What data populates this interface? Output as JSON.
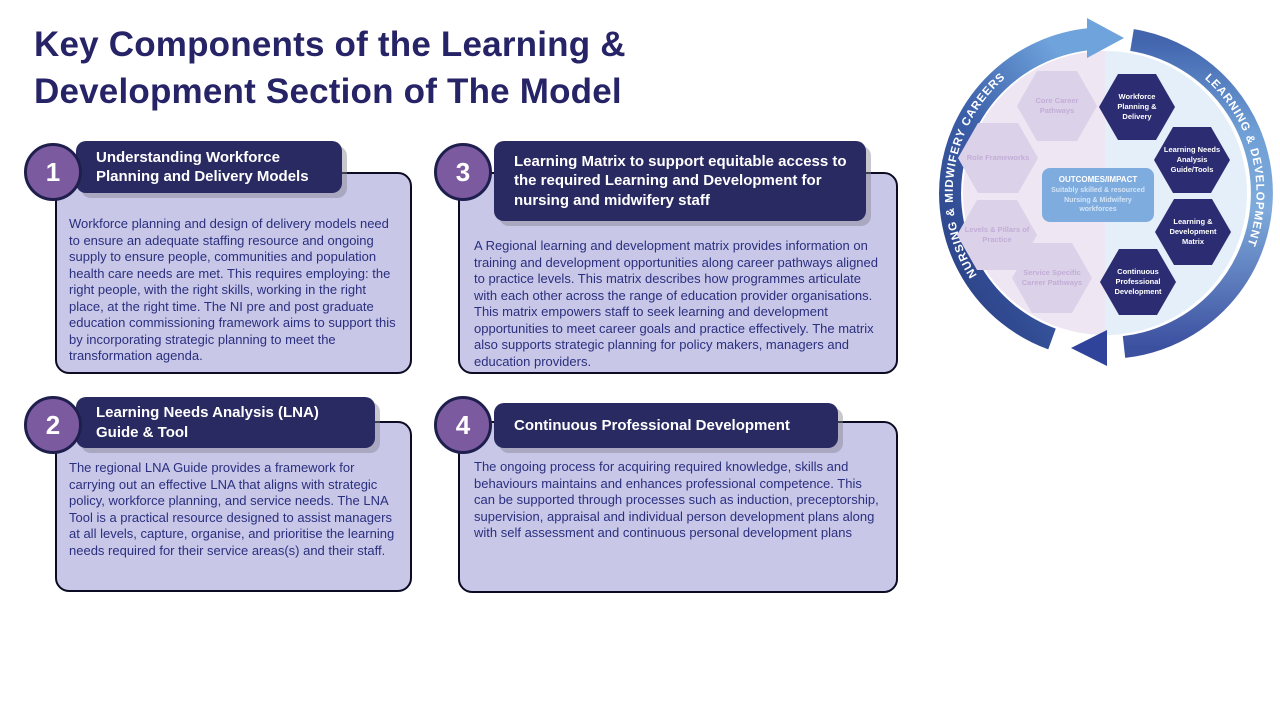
{
  "title": {
    "line1": "Key Components of the Learning &",
    "line2": "Development Section of The Model"
  },
  "cards": [
    {
      "number": "1",
      "heading": "Understanding Workforce Planning and Delivery Models",
      "body": "Workforce planning and design of delivery models need to ensure an adequate staffing resource and ongoing supply to ensure people, communities and population health care needs are met. This requires employing: the right people, with the right skills, working in the right place, at the right time. The NI pre and post graduate education commissioning framework aims to support this by incorporating strategic planning to meet the transformation agenda."
    },
    {
      "number": "2",
      "heading": "Learning Needs Analysis (LNA) Guide & Tool",
      "body": "The regional LNA Guide provides a framework for carrying out an effective LNA that aligns with strategic policy, workforce planning, and service needs. The LNA Tool is a practical resource designed to assist managers at all levels, capture, organise, and prioritise the learning needs required for their service areas(s) and their staff."
    },
    {
      "number": "3",
      "heading": "Learning Matrix to support equitable access to the required Learning and Development for nursing and midwifery staff",
      "body": "A Regional learning and development matrix provides information on training and development opportunities along career pathways aligned to practice levels. This matrix describes how programmes articulate with each other across the range of education provider organisations. This matrix empowers staff to seek learning and development opportunities to meet career goals and practice effectively. The matrix also supports strategic planning for policy makers, managers and education providers."
    },
    {
      "number": "4",
      "heading": "Continuous Professional Development",
      "body": "The ongoing process for acquiring required knowledge, skills and behaviours maintains and enhances professional competence.  This can be supported through processes such as induction, preceptorship, supervision, appraisal and individual person development plans along with self assessment and continuous personal development plans"
    }
  ],
  "diagram": {
    "left_ring_label": "NURSING & MIDWIFERY CAREERS",
    "right_ring_label": "LEARNING & DEVELOPMENT",
    "center_box": {
      "title": "OUTCOMES/IMPACT",
      "subtitle": "Suitably skilled & resourced Nursing & Midwifery workforces"
    },
    "left_hexagons": [
      "Core Career Pathways",
      "Role Frameworks",
      "Levels & Pillars of Practice",
      "Service Specific Career Pathways"
    ],
    "right_hexagons": [
      "Workforce Planning & Delivery",
      "Learning Needs Analysis Guide/Tools",
      "Learning & Development Matrix",
      "Continuous Professional Development"
    ]
  },
  "theme": {
    "title_color": "#262366",
    "header_bg": "#2A2A62",
    "header_text": "#FFFFFF",
    "badge_bg": "#7C5AA0",
    "badge_border": "#1F1F4E",
    "body_bg": "#C9C7E8",
    "body_border": "#0B0B23",
    "body_text": "#2A2F7E",
    "hex_dark": "#2B2C71",
    "hex_faded": "#DBD1E8",
    "center_box": "#7FACDF",
    "ring_dark": "#2B3E85",
    "ring_light": "#7FABDB"
  }
}
